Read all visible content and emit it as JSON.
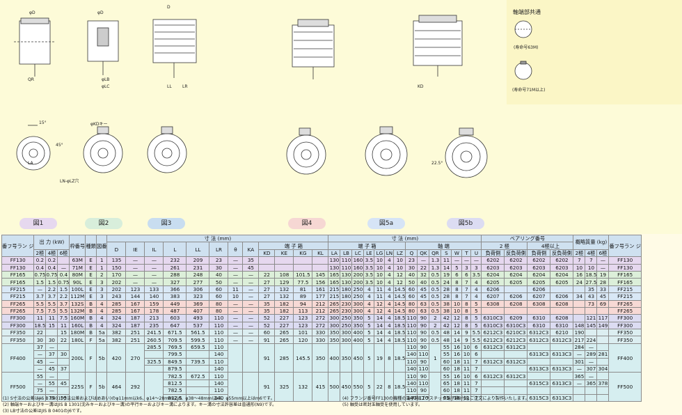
{
  "figures": {
    "labels": [
      "図1",
      "図2",
      "図3",
      "図4",
      "図5a",
      "図5b"
    ],
    "colors": [
      "#e6d8ef",
      "#d8eedb",
      "#c8ddf0",
      "#f6d7d3",
      "#d6e4f6",
      "#dcdcf2"
    ],
    "shaft_title": "軸端部共通",
    "shaft_note1": "(寿命号63M)",
    "shaft_note2": "(寿命号71M以上)",
    "dims": [
      "φD",
      "φD",
      "D",
      "LL",
      "LR",
      "φLB",
      "φLC",
      "QR",
      "KD",
      "φKDキー",
      "LN-φLZ穴",
      "15°",
      "45°",
      "22.5°",
      "LA"
    ]
  },
  "table": {
    "headers": {
      "flange": "番フ号ラン ジ",
      "output": "出 力 (kW)",
      "poles": [
        "2極",
        "4極",
        "6極"
      ],
      "frame": "枠番号",
      "insul": "種類",
      "fig": "図番",
      "dims_title": "寸 法 (mm)",
      "dims_title2": "寸 法 (mm)",
      "terminal": "端 子 箱",
      "flange_sec": "端 子 箱",
      "shaft": "軸 端",
      "bearing": "ベアリング番号",
      "b2": "2 極",
      "b4": "4極以上",
      "load": "負荷側",
      "anti": "反負荷側",
      "weight": "概略質量 (kg)",
      "cols1": [
        "D",
        "IE",
        "IL",
        "L",
        "LL",
        "LR",
        "θ",
        "KA"
      ],
      "cols2": [
        "KD",
        "KE",
        "KG",
        "KL"
      ],
      "cols3": [
        "LA",
        "LB",
        "LC",
        "LE",
        "LG",
        "LN",
        "LZ"
      ],
      "cols4": [
        "Q",
        "QK",
        "QR",
        "S",
        "W",
        "T",
        "U"
      ]
    },
    "rows": [
      [
        "FF130",
        "0.2",
        "0.2",
        "",
        "63M",
        "E",
        "1",
        "135",
        "—",
        "—",
        "232",
        "209",
        "23",
        "—",
        "35",
        "",
        "",
        "",
        "",
        "130",
        "110",
        "160",
        "3.5",
        "10",
        "4",
        "10",
        "23",
        "—",
        "1.3",
        "11",
        "—",
        "—",
        "—",
        "6202",
        "6202",
        "6202",
        "6202",
        "7",
        "7",
        "—",
        "FF130"
      ],
      [
        "FF130",
        "0.4",
        "0.4",
        "—",
        "71M",
        "E",
        "1",
        "150",
        "—",
        "—",
        "261",
        "231",
        "30",
        "—",
        "45",
        "",
        "",
        "",
        "",
        "130",
        "110",
        "160",
        "3.5",
        "10",
        "4",
        "10",
        "30",
        "22",
        "1.3",
        "14",
        "5",
        "3",
        "3",
        "6203",
        "6203",
        "6203",
        "6203",
        "10",
        "10",
        "—",
        "FF130"
      ],
      [
        "FF165",
        "0.75",
        "0.75",
        "0.4",
        "80M",
        "E",
        "2",
        "170",
        "—",
        "—",
        "288",
        "248",
        "40",
        "—",
        "—",
        "22",
        "108",
        "101.5",
        "145",
        "165",
        "130",
        "200",
        "3.5",
        "10",
        "4",
        "12",
        "40",
        "32",
        "0.5",
        "19",
        "6",
        "6",
        "3.5",
        "6204",
        "6204",
        "6204",
        "6204",
        "16",
        "18.5",
        "19",
        "FF165"
      ],
      [
        "FF165",
        "1.5",
        "1.5",
        "0.75",
        "90L",
        "E",
        "3",
        "202",
        "—",
        "—",
        "327",
        "277",
        "50",
        "—",
        "—",
        "27",
        "129",
        "77.5",
        "156",
        "165",
        "130",
        "200",
        "3.5",
        "10",
        "4",
        "12",
        "50",
        "40",
        "0.5",
        "24",
        "8",
        "7",
        "4",
        "6205",
        "6205",
        "6205",
        "6205",
        "24",
        "27.5",
        "28",
        "FF165"
      ],
      [
        "FF215",
        "—",
        "2.2",
        "1.5",
        "100L",
        "E",
        "3",
        "202",
        "123",
        "133",
        "366",
        "306",
        "60",
        "11",
        "—",
        "27",
        "132",
        "81",
        "161",
        "215",
        "180",
        "250",
        "4",
        "11",
        "4",
        "14.5",
        "60",
        "45",
        "0.5",
        "28",
        "8",
        "7",
        "4",
        "6206",
        "",
        "6206",
        "",
        "",
        "35",
        "33",
        "FF215"
      ],
      [
        "FF215",
        "3.7",
        "3.7",
        "2.2",
        "112M",
        "E",
        "3",
        "243",
        "144",
        "140",
        "383",
        "323",
        "60",
        "10",
        "—",
        "27",
        "132",
        "89",
        "177",
        "215",
        "180",
        "250",
        "4",
        "11",
        "4",
        "14.5",
        "60",
        "45",
        "0.5",
        "28",
        "8",
        "7",
        "4",
        "6207",
        "6206",
        "6207",
        "6206",
        "34",
        "43",
        "45",
        "FF215"
      ],
      [
        "FF265",
        "5.5",
        "5.5",
        "3.7",
        "132S",
        "B",
        "4",
        "285",
        "167",
        "159",
        "449",
        "369",
        "80",
        "—",
        "—",
        "35",
        "182",
        "94",
        "212",
        "265",
        "230",
        "300",
        "4",
        "12",
        "4",
        "14.5",
        "80",
        "63",
        "0.5",
        "38",
        "10",
        "8",
        "5",
        "6308",
        "6208",
        "6308",
        "6208",
        "",
        "73",
        "69",
        "FF265"
      ],
      [
        "FF265",
        "7.5",
        "7.5",
        "5.5",
        "132M",
        "B",
        "4",
        "285",
        "167",
        "178",
        "487",
        "407",
        "80",
        "—",
        "—",
        "35",
        "182",
        "113",
        "212",
        "265",
        "230",
        "300",
        "4",
        "12",
        "4",
        "14.5",
        "80",
        "63",
        "0.5",
        "38",
        "10",
        "8",
        "5",
        "",
        "",
        "",
        "",
        "",
        "",
        "",
        "FF265"
      ],
      [
        "FF300",
        "11",
        "11",
        "7.5",
        "160M",
        "B",
        "4",
        "324",
        "187",
        "213",
        "603",
        "493",
        "110",
        "—",
        "—",
        "52",
        "227",
        "123",
        "272",
        "300",
        "250",
        "350",
        "5",
        "14",
        "4",
        "18.5",
        "110",
        "90",
        "2",
        "42",
        "12",
        "8",
        "5",
        "6310C3",
        "6209",
        "6310",
        "6208",
        "",
        "121",
        "117",
        "FF300"
      ],
      [
        "FF300",
        "18.5",
        "15",
        "11",
        "160L",
        "B",
        "4",
        "324",
        "187",
        "235",
        "647",
        "537",
        "110",
        "—",
        "—",
        "52",
        "227",
        "123",
        "272",
        "300",
        "250",
        "350",
        "5",
        "14",
        "4",
        "18.5",
        "110",
        "90",
        "2",
        "42",
        "12",
        "8",
        "5",
        "6310C3",
        "6310C3",
        "6310",
        "6310",
        "148",
        "145",
        "149",
        "FF300"
      ],
      [
        "FF350",
        "22",
        "",
        "15",
        "180M",
        "B",
        "5a",
        "382",
        "251",
        "241.5",
        "671.5",
        "561.5",
        "110",
        "—",
        "—",
        "60",
        "265",
        "101",
        "330",
        "350",
        "300",
        "400",
        "5",
        "14",
        "4",
        "18.5",
        "110",
        "90",
        "0.5",
        "48",
        "14",
        "9",
        "5.5",
        "6212C3",
        "6210C3",
        "6312C3",
        "6210",
        "190",
        "",
        "",
        "FF350"
      ],
      [
        "FF350",
        "30",
        "30",
        "22",
        "180L",
        "F",
        "5a",
        "382",
        "251",
        "260.5",
        "709.5",
        "599.5",
        "110",
        "—",
        "—",
        "91",
        "265",
        "120",
        "330",
        "350",
        "300",
        "400",
        "5",
        "14",
        "4",
        "18.5",
        "110",
        "90",
        "0.5",
        "48",
        "14",
        "9",
        "5.5",
        "6212C3",
        "6212C3",
        "6312C3",
        "6312C3",
        "217",
        "224",
        "",
        "FF350"
      ]
    ],
    "ff400": {
      "flange": "FF400",
      "rows": [
        [
          "37",
          "—",
          "",
          ""
        ],
        [
          "—",
          "37",
          "30",
          ""
        ],
        [
          "45",
          "—",
          "",
          ""
        ],
        [
          "—",
          "45",
          "37",
          ""
        ]
      ],
      "frame": "200L",
      "insul": "F",
      "fig": "5b",
      "D": "420",
      "IE": "270",
      "IL": [
        "285.5",
        "",
        "325.5",
        ""
      ],
      "L": [
        "769.5",
        "799.5",
        "849.5",
        "879.5"
      ],
      "LL": [
        "659.5",
        "",
        "739.5",
        ""
      ],
      "LR": [
        "110",
        "140",
        "110",
        "140"
      ],
      "KD": "91",
      "KE": "285",
      "KG": "145.5",
      "KL": "350",
      "LA": "400",
      "LB": "350",
      "LC": "450",
      "LE": "5",
      "LG": "19",
      "LN": "8",
      "LZ": "18.5",
      "Q": [
        "110",
        "140",
        "110",
        "140"
      ],
      "QK": [
        "90",
        "110",
        "90",
        "110"
      ],
      "QR": "1",
      "S": [
        "55",
        "55",
        "60",
        "60"
      ],
      "W": [
        "16",
        "16",
        "18",
        "18"
      ],
      "T": [
        "10",
        "10",
        "11",
        "11"
      ],
      "U": [
        "6",
        "6",
        "7",
        "7"
      ],
      "b": [
        [
          "6312C3",
          "6312C3",
          "",
          ""
        ],
        [
          "",
          "",
          "6313C3",
          "6313C3"
        ],
        [
          "6312C3",
          "6312C3",
          "",
          ""
        ],
        [
          "",
          "",
          "6313C3",
          "6313C3"
        ]
      ],
      "wt": [
        [
          "284",
          "—",
          ""
        ],
        [
          "—",
          "289",
          "281"
        ],
        [
          "301",
          "—",
          ""
        ],
        [
          "—",
          "307",
          "304"
        ]
      ]
    },
    "ff500": {
      "flange": "FF500",
      "rows": [
        [
          "55",
          "—",
          ""
        ],
        [
          "—",
          "55",
          "45"
        ],
        [
          "75",
          "—",
          ""
        ],
        [
          "—",
          "75",
          "55"
        ]
      ],
      "frame": "225S",
      "insul": "F",
      "fig": "5b",
      "D": "464",
      "IE": "292",
      "L": [
        "782.5",
        "812.5",
        "782.5",
        "812.5"
      ],
      "LL": [
        "672.5",
        "",
        "",
        ""
      ],
      "LR": [
        "110",
        "140",
        "110",
        "140"
      ],
      "KD": "91",
      "KE": "325",
      "KG": "132",
      "KL": "415",
      "LA": "500",
      "LB": "450",
      "LC": "550",
      "LE": "5",
      "LG": "22",
      "LN": "8",
      "LZ": "18.5",
      "Q": [
        "110",
        "140",
        "110",
        "140"
      ],
      "QK": [
        "90",
        "110",
        "90",
        "110"
      ],
      "S": [
        "55",
        "65",
        "60",
        "65"
      ],
      "W": [
        "16",
        "18",
        "18",
        "18"
      ],
      "T": [
        "10",
        "11",
        "11",
        "11"
      ],
      "U": [
        "6",
        "7",
        "7",
        "7"
      ],
      "b": [
        [
          "6312C3",
          "6312C3",
          "",
          ""
        ],
        [
          "",
          "",
          "6315C3",
          "6313C3"
        ],
        [
          "",
          "",
          "",
          ""
        ],
        [
          "",
          "",
          "6315C3",
          "6313C3"
        ]
      ],
      "wt": [
        [
          "365",
          "—",
          ""
        ],
        [
          "—",
          "365",
          "378"
        ],
        [
          "",
          "",
          ""
        ],
        [
          "",
          "",
          ""
        ]
      ]
    }
  },
  "notes": {
    "left": [
      "(1) S寸法の公差はJIS B 0401(寸法公差およびはめあい)のφ11mm以k6、φ14〜28mm以j6、φ38〜48mm以k6、φ55mm以上はm6です。",
      "(2) 軸端キーおよびキー溝はJIS B 1301(沈みキーおよびキー溝)の平行キーおよびキー溝によります。キー溝の寸法許容差は普通形(N9)です。",
      "(3) LB寸法の公差はJIS B 0401のj6です。"
    ],
    "right": [
      "(4) フランジ番号FF130の機種の端子箱(プラスチック端子箱)付をご注文により製作いたします。",
      "(5) 軸受は密封玉軸受を使用しています。"
    ]
  }
}
